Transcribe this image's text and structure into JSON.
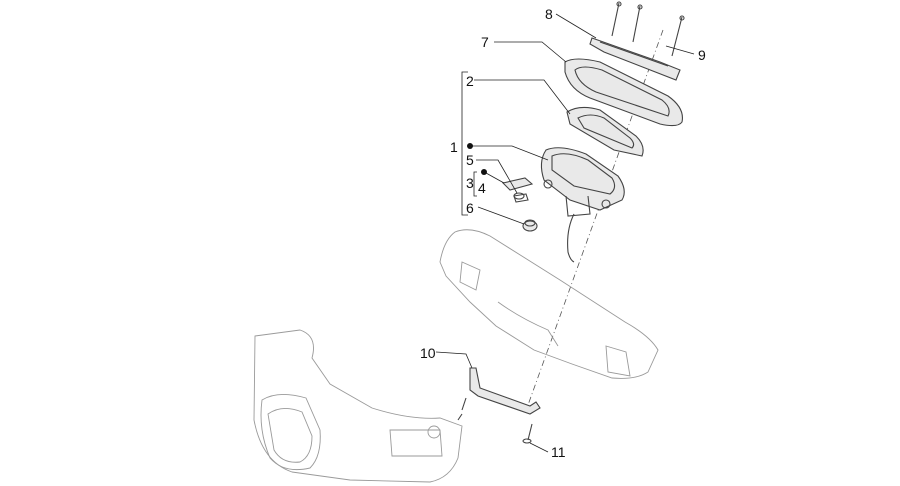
{
  "callouts": [
    {
      "id": "c1",
      "text": "1"
    },
    {
      "id": "c2",
      "text": "2"
    },
    {
      "id": "c3",
      "text": "3"
    },
    {
      "id": "c4",
      "text": "4"
    },
    {
      "id": "c5",
      "text": "5"
    },
    {
      "id": "c6",
      "text": "6"
    },
    {
      "id": "c7",
      "text": "7"
    },
    {
      "id": "c8",
      "text": "8"
    },
    {
      "id": "c9",
      "text": "9"
    },
    {
      "id": "c10",
      "text": "10"
    },
    {
      "id": "c11",
      "text": "11"
    }
  ],
  "colors": {
    "line": "#444444",
    "label": "#111111",
    "background": "#ffffff"
  }
}
